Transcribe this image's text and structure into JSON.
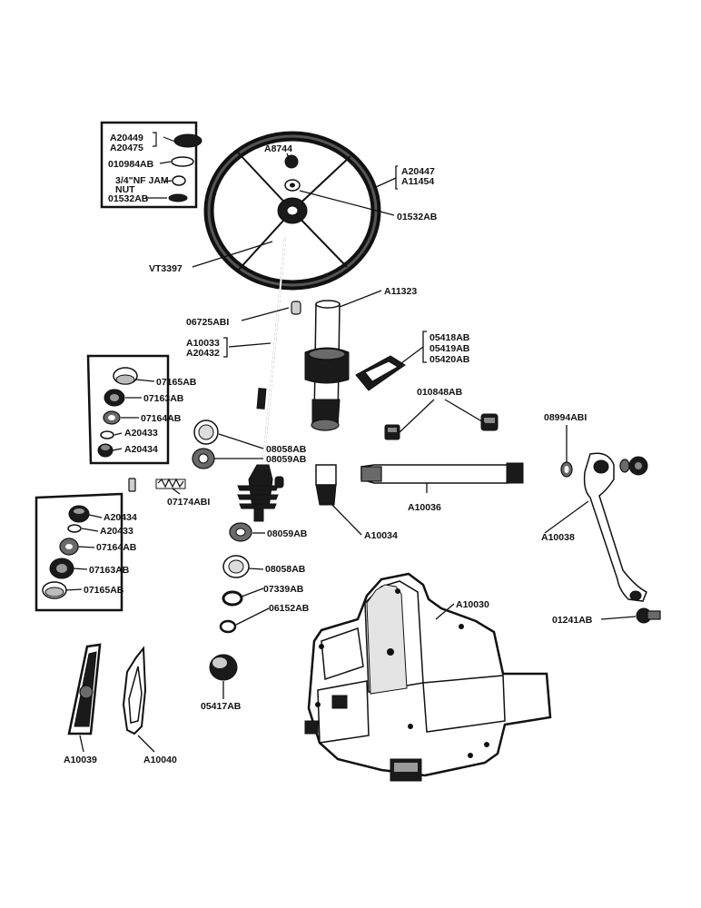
{
  "labels": {
    "a20449": "A20449",
    "a20475": "A20475",
    "p010984ab": "010984AB",
    "jam_nut_1": "3/4\"NF JAM",
    "jam_nut_2": "NUT",
    "p01532ab_inset": "01532AB",
    "a8744": "A8744",
    "a20447": "A20447",
    "a11454": "A11454",
    "p01532ab": "01532AB",
    "vt3397": "VT3397",
    "p06725ab1": "06725ABI",
    "a11323": "A11323",
    "a10033": "A10033",
    "a20432": "A20432",
    "p05418ab": "05418AB",
    "p05419ab": "05419AB",
    "p05420ab": "05420AB",
    "p010848ab": "010848AB",
    "p08994ab1": "08994ABI",
    "u07165ab": "07165AB",
    "u07163ab": "07163AB",
    "u07164ab": "07164AB",
    "u_a20433": "A20433",
    "u_a20434": "A20434",
    "p08058ab_upper": "08058AB",
    "p08059ab_upper": "08059AB",
    "p07174ab1": "07174ABI",
    "a10034": "A10034",
    "a10036": "A10036",
    "a10038": "A10038",
    "l_a20434": "A20434",
    "l_a20433": "A20433",
    "l07164ab": "07164AB",
    "l07163ab": "07163AB",
    "l07165ab": "07165AB",
    "p08059ab_lower": "08059AB",
    "p08058ab_lower": "08058AB",
    "p07339ab": "07339AB",
    "p06152ab": "06152AB",
    "a10030": "A10030",
    "p01241ab": "01241AB",
    "p05417ab": "05417AB",
    "a10039": "A10039",
    "a10040": "A10040"
  }
}
